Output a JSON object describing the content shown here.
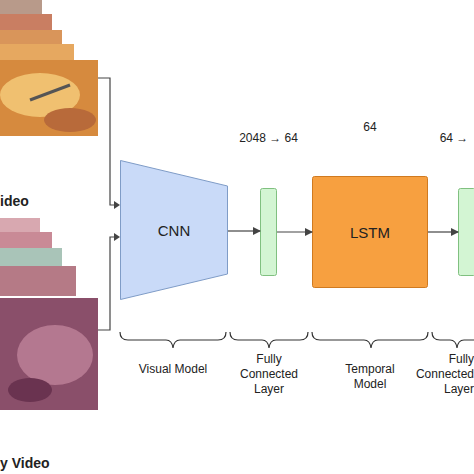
{
  "diagram": {
    "nodes": [
      {
        "text": [
          "CNN"
        ]
      },
      {
        "text": [
          "2048 → 64"
        ]
      },
      {
        "text": [
          "64",
          "LSTM"
        ]
      },
      {
        "text": [
          "64 →"
        ]
      }
    ],
    "edges": [
      {
        "from": 0,
        "to": 1,
        "arrow": "to"
      },
      {
        "from": 1,
        "to": 2,
        "arrow": "to"
      },
      {
        "from": 2,
        "to": 3,
        "arrow": "to"
      }
    ],
    "labels": [
      "ideo",
      "y Video",
      "Visual Model",
      "Fully Connected Layer",
      "Temporal Model",
      "Fully Connected Layer"
    ]
  }
}
